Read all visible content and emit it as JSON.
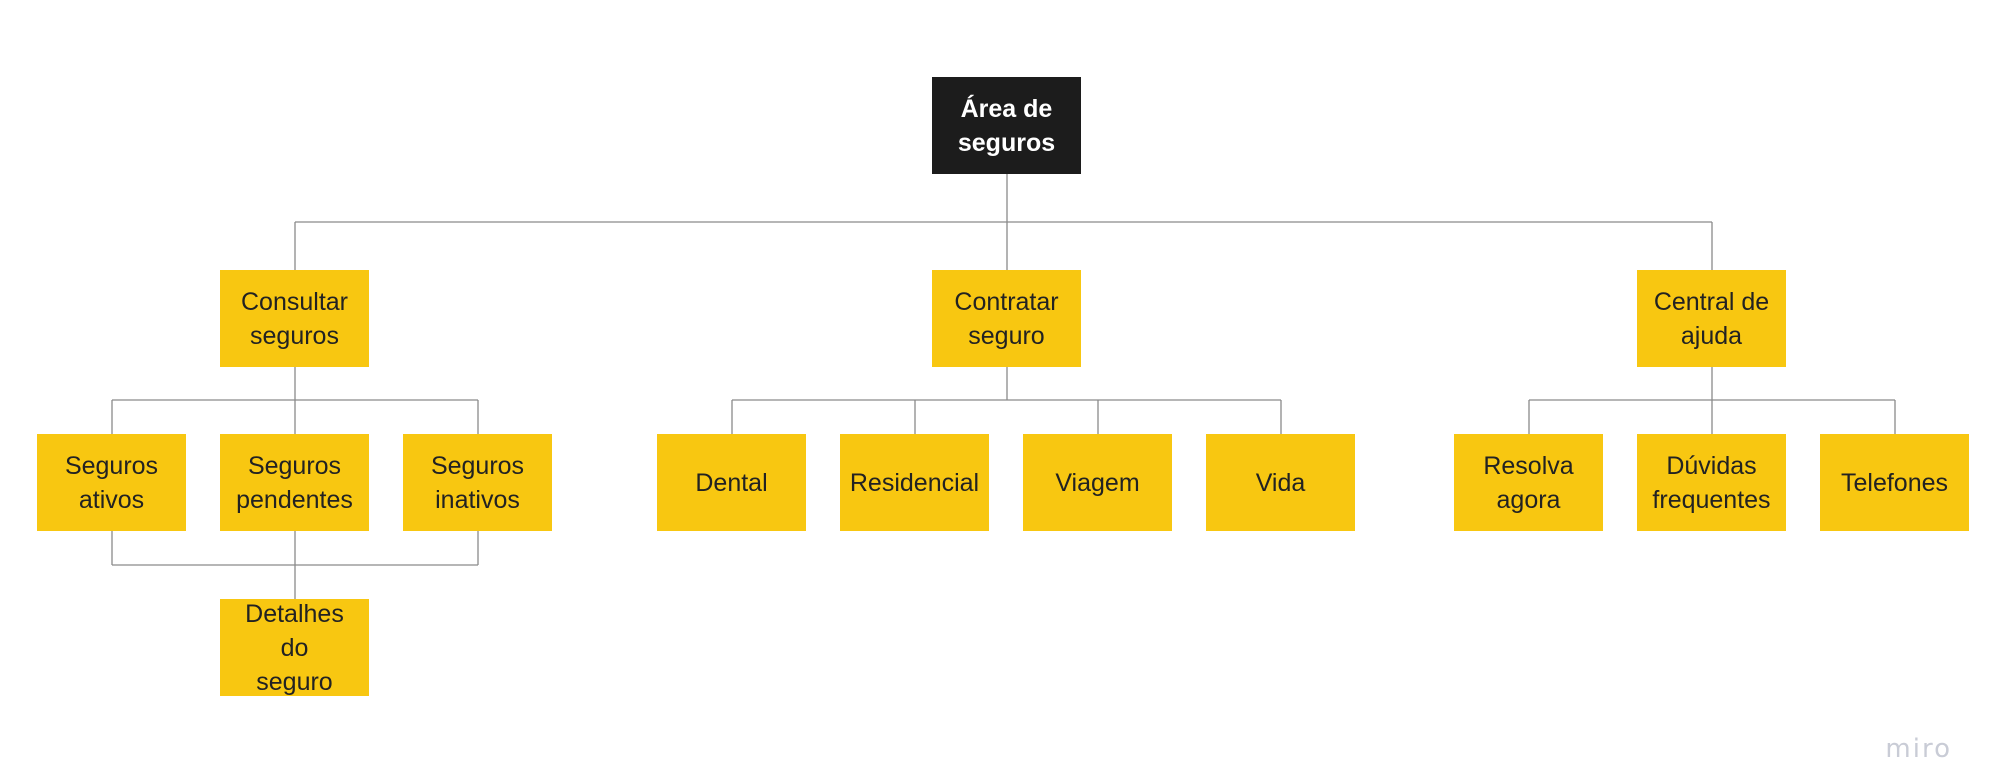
{
  "diagram": {
    "root": {
      "label": "Área de\nseguros"
    },
    "consultar": {
      "label": "Consultar\nseguros",
      "ativos": "Seguros\nativos",
      "pendentes": "Seguros\npendentes",
      "inativos": "Seguros\ninativos",
      "detalhes": "Detalhes do\nseguro"
    },
    "contratar": {
      "label": "Contratar\nseguro",
      "dental": "Dental",
      "residencial": "Residencial",
      "viagem": "Viagem",
      "vida": "Vida"
    },
    "central": {
      "label": "Central de\najuda",
      "resolva": "Resolva\nagora",
      "duvidas": "Dúvidas\nfrequentes",
      "telefones": "Telefones"
    }
  },
  "watermark": "miro",
  "colors": {
    "node_fill": "#f8c711",
    "root_fill": "#1c1c1c",
    "connector": "#8a8a8a"
  }
}
